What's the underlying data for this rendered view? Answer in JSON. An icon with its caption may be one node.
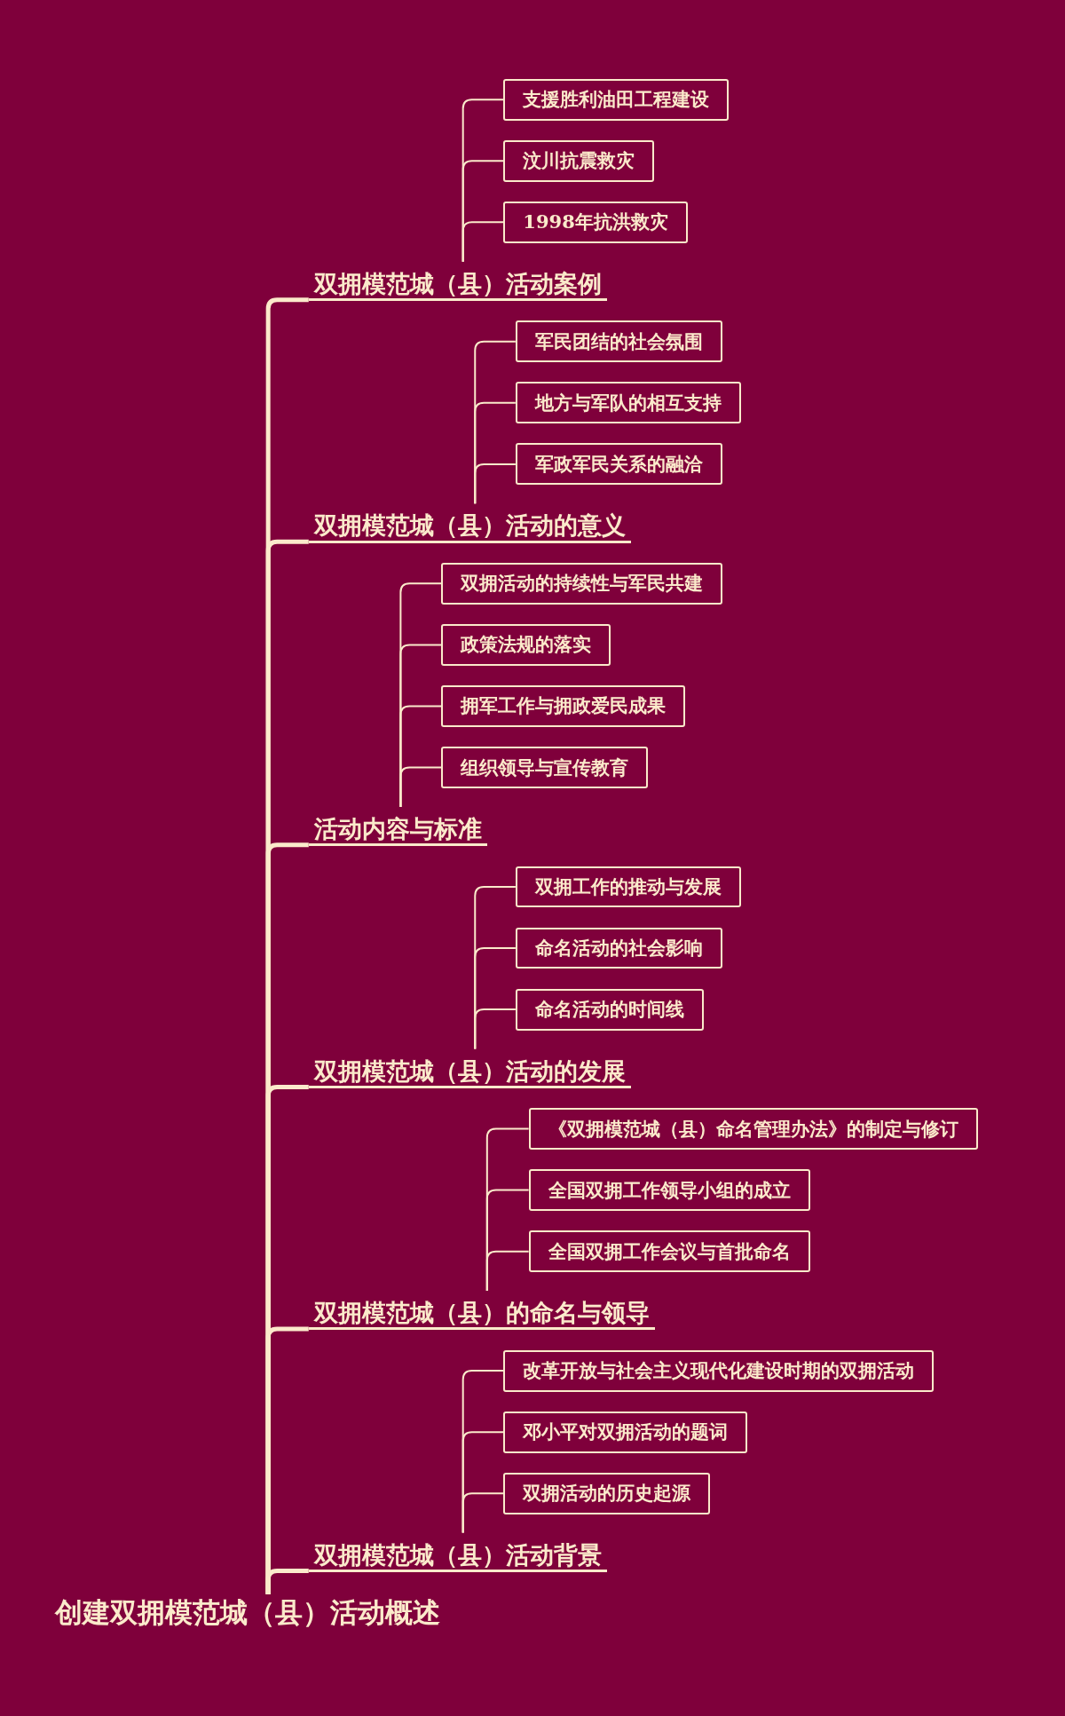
{
  "diagram": {
    "nodes": [
      {
        "text": [
          "双拥模范城（县）活动案例"
        ]
      },
      {
        "text": [
          "支援胜利油田工程建设"
        ]
      },
      {
        "text": [
          "汶川抗震救灾"
        ]
      },
      {
        "text": [
          "1998年抗洪救灾"
        ]
      },
      {
        "text": [
          "双拥模范城（县）活动的意义"
        ]
      },
      {
        "text": [
          "军民团结的社会氛围"
        ]
      },
      {
        "text": [
          "地方与军队的相互支持"
        ]
      },
      {
        "text": [
          "军政军民关系的融洽"
        ]
      },
      {
        "text": [
          "活动内容与标准"
        ]
      },
      {
        "text": [
          "双拥活动的持续性与军民共建"
        ]
      },
      {
        "text": [
          "政策法规的落实"
        ]
      },
      {
        "text": [
          "拥军工作与拥政爱民成果"
        ]
      },
      {
        "text": [
          "组织领导与宣传教育"
        ]
      },
      {
        "text": [
          "双拥模范城（县）活动的发展"
        ]
      },
      {
        "text": [
          "双拥工作的推动与发展"
        ]
      },
      {
        "text": [
          "命名活动的社会影响"
        ]
      },
      {
        "text": [
          "命名活动的时间线"
        ]
      },
      {
        "text": [
          "双拥模范城（县）的命名与领导"
        ]
      },
      {
        "text": [
          "《双拥模范城（县）命名管理办法》的制定与修订"
        ]
      },
      {
        "text": [
          "全国双拥工作领导小组的成立"
        ]
      },
      {
        "text": [
          "全国双拥工作会议与首批命名"
        ]
      },
      {
        "text": [
          "双拥模范城（县）活动背景"
        ]
      },
      {
        "text": [
          "改革开放与社会主义现代化建设时期的双拥活动"
        ]
      },
      {
        "text": [
          "邓小平对双拥活动的题词"
        ]
      },
      {
        "text": [
          "双拥活动的历史起源"
        ]
      },
      {
        "text": [
          "创建双拥模范城（县）活动概述"
        ]
      }
    ],
    "edges": [
      {
        "from": 25,
        "to": 0,
        "arrow": "none",
        "style": "thick"
      },
      {
        "from": 25,
        "to": 4,
        "arrow": "none",
        "style": "thick"
      },
      {
        "from": 25,
        "to": 8,
        "arrow": "none",
        "style": "thick"
      },
      {
        "from": 25,
        "to": 13,
        "arrow": "none",
        "style": "thick"
      },
      {
        "from": 25,
        "to": 17,
        "arrow": "none",
        "style": "thick"
      },
      {
        "from": 25,
        "to": 21,
        "arrow": "none",
        "style": "thick"
      },
      {
        "from": 0,
        "to": 1,
        "arrow": "none"
      },
      {
        "from": 0,
        "to": 2,
        "arrow": "none"
      },
      {
        "from": 0,
        "to": 3,
        "arrow": "none"
      },
      {
        "from": 4,
        "to": 5,
        "arrow": "none"
      },
      {
        "from": 4,
        "to": 6,
        "arrow": "none"
      },
      {
        "from": 4,
        "to": 7,
        "arrow": "none"
      },
      {
        "from": 8,
        "to": 9,
        "arrow": "none"
      },
      {
        "from": 8,
        "to": 10,
        "arrow": "none"
      },
      {
        "from": 8,
        "to": 11,
        "arrow": "none"
      },
      {
        "from": 8,
        "to": 12,
        "arrow": "none"
      },
      {
        "from": 13,
        "to": 14,
        "arrow": "none"
      },
      {
        "from": 13,
        "to": 15,
        "arrow": "none"
      },
      {
        "from": 13,
        "to": 16,
        "arrow": "none"
      },
      {
        "from": 17,
        "to": 18,
        "arrow": "none"
      },
      {
        "from": 17,
        "to": 19,
        "arrow": "none"
      },
      {
        "from": 17,
        "to": 20,
        "arrow": "none"
      },
      {
        "from": 21,
        "to": 22,
        "arrow": "none"
      },
      {
        "from": 21,
        "to": 23,
        "arrow": "none"
      },
      {
        "from": 21,
        "to": 24,
        "arrow": "none"
      }
    ]
  }
}
